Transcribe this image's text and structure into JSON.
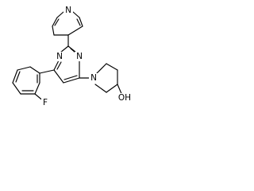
{
  "molecule": {
    "atoms": {
      "n_pyridine": "N",
      "n_pyrimidine_left": "N",
      "n_pyrimidine_right": "N",
      "n_piperidine": "N",
      "fluorine": "F",
      "hydroxyl": "OH"
    }
  }
}
